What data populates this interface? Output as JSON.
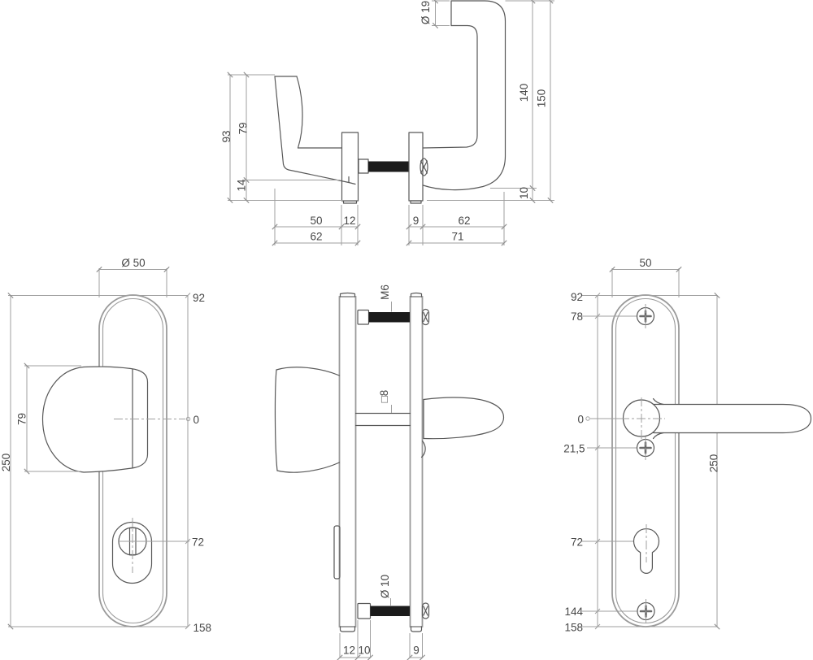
{
  "colors": {
    "background": "#ffffff",
    "object_line": "#585858",
    "plate_line": "#9a9a9a",
    "dimension_line": "#9f9f9f",
    "thread_fill": "#1b1b1b",
    "text": "#474747"
  },
  "dims": {
    "top": {
      "d93": "93",
      "d79": "79",
      "d14": "14",
      "d50": "50",
      "d12": "12",
      "d62a": "62",
      "d9": "9",
      "d62b": "62",
      "d71": "71",
      "dia19": "Ø 19",
      "d140": "140",
      "d150": "150",
      "d10": "10"
    },
    "exterior": {
      "dia50": "Ø 50",
      "d250": "250",
      "d79": "79",
      "d92": "92",
      "d0": "0",
      "d72": "72",
      "d158": "158"
    },
    "side": {
      "m6": "M6",
      "sq8": "□8",
      "dia10": "Ø 10",
      "d12": "12",
      "d10": "10",
      "d9": "9"
    },
    "interior": {
      "d50": "50",
      "d92": "92",
      "d78": "78",
      "d0": "0",
      "d21_5": "21,5",
      "d250": "250",
      "d72": "72",
      "d144": "144",
      "d158": "158"
    }
  }
}
